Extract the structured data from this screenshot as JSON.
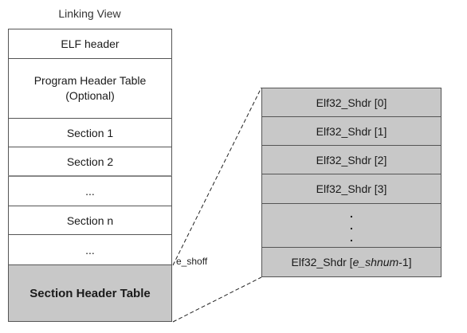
{
  "title": "Linking View",
  "linking_view": {
    "elf_header": "ELF header",
    "program_header_line1": "Program Header Table",
    "program_header_line2": "(Optional)",
    "section1": "Section 1",
    "section2": "Section 2",
    "ellipsis1": "...",
    "section_n": "Section n",
    "ellipsis2": "...",
    "section_header_table": "Section Header Table"
  },
  "offset_label": "e_shoff",
  "section_headers": {
    "shdr0": "Elf32_Shdr [0]",
    "shdr1": "Elf32_Shdr [1]",
    "shdr2": "Elf32_Shdr [2]",
    "shdr3": "Elf32_Shdr [3]",
    "vdot1": ".",
    "vdot2": ".",
    "vdot3": ".",
    "last_prefix": "Elf32_Shdr [",
    "last_var": "e_shnum",
    "last_suffix": "-1]"
  }
}
